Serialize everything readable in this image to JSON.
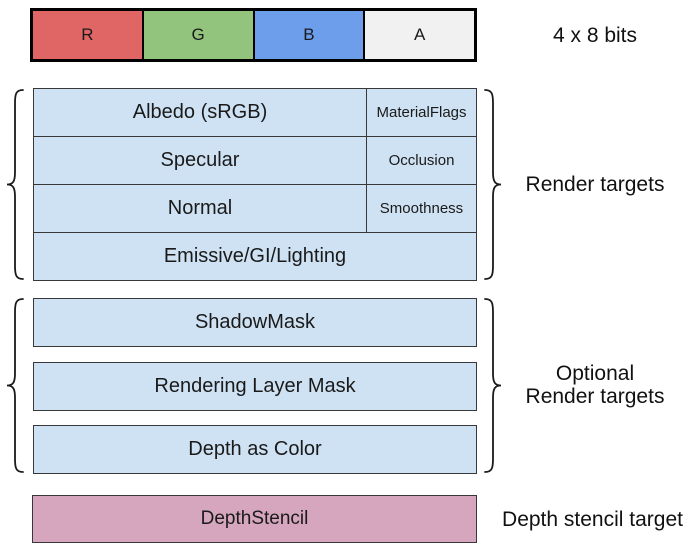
{
  "diagram": {
    "pixel_layout": {
      "cells": [
        {
          "label": "R",
          "color": "#E06666"
        },
        {
          "label": "G",
          "color": "#93C47D"
        },
        {
          "label": "B",
          "color": "#6D9EEB"
        },
        {
          "label": "A",
          "color": "#F1F1F1"
        }
      ],
      "caption": "4 x 8 bits"
    },
    "render_targets": {
      "caption": "Render targets",
      "fill": "#CFE2F3",
      "rows": [
        {
          "rgb": "Albedo (sRGB)",
          "alpha": "MaterialFlags"
        },
        {
          "rgb": "Specular",
          "alpha": "Occlusion"
        },
        {
          "rgb": "Normal",
          "alpha": "Smoothness"
        },
        {
          "rgb": "Emissive/GI/Lighting",
          "alpha": ""
        }
      ]
    },
    "optional_render_targets": {
      "caption_lines": [
        "Optional",
        "Render targets"
      ],
      "fill": "#CFE2F3",
      "rows": [
        "ShadowMask",
        "Rendering Layer Mask",
        "Depth as Color"
      ]
    },
    "depth_stencil": {
      "box_label": "DepthStencil",
      "caption": "Depth stencil target",
      "fill": "#D5A6BD"
    }
  }
}
